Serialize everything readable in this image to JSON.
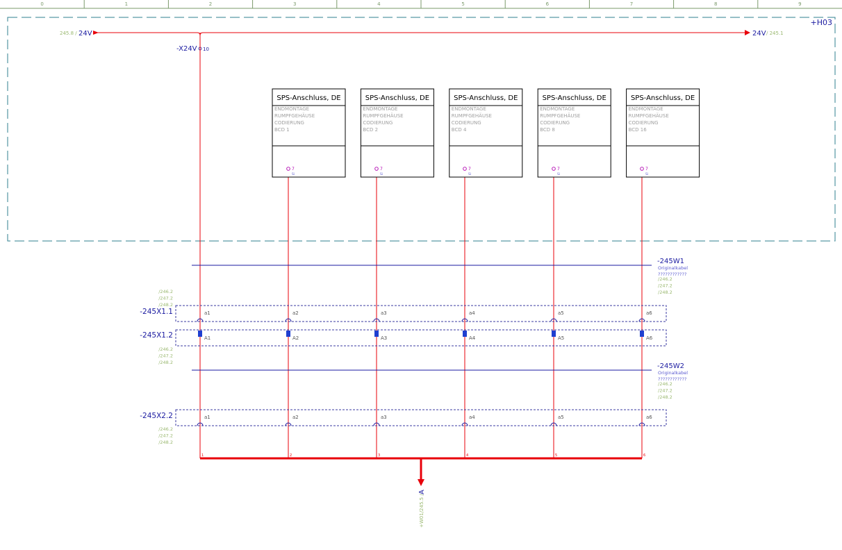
{
  "ruler": {
    "columns": [
      "0",
      "1",
      "2",
      "3",
      "4",
      "5",
      "6",
      "7",
      "8",
      "9"
    ]
  },
  "location_label": "+H03",
  "supply": {
    "left_ref": "245.8 /",
    "left_label": "24V",
    "right_label": "24V",
    "right_ref": "/ 245.1",
    "terminal_name": "-X24V",
    "terminal_num": "10"
  },
  "modules": [
    {
      "title": "SPS-Anschluss, DE",
      "lines": [
        "ENDMONTAGE",
        "RUMPFGEHÄUSE",
        "CODIERUNG",
        "BCD 1"
      ],
      "pin": "7",
      "pin_sub": "Si"
    },
    {
      "title": "SPS-Anschluss, DE",
      "lines": [
        "ENDMONTAGE",
        "RUMPFGEHÄUSE",
        "CODIERUNG",
        "BCD 2"
      ],
      "pin": "7",
      "pin_sub": "Si"
    },
    {
      "title": "SPS-Anschluss, DE",
      "lines": [
        "ENDMONTAGE",
        "RUMPFGEHÄUSE",
        "CODIERUNG",
        "BCD 4"
      ],
      "pin": "7",
      "pin_sub": "Si"
    },
    {
      "title": "SPS-Anschluss, DE",
      "lines": [
        "ENDMONTAGE",
        "RUMPFGEHÄUSE",
        "CODIERUNG",
        "BCD 8"
      ],
      "pin": "7",
      "pin_sub": "Si"
    },
    {
      "title": "SPS-Anschluss, DE",
      "lines": [
        "ENDMONTAGE",
        "RUMPFGEHÄUSE",
        "CODIERUNG",
        "BCD 16"
      ],
      "pin": "7",
      "pin_sub": "Si"
    }
  ],
  "cables": [
    {
      "name": "-245W1",
      "type": "Originalkabel",
      "code": "????????????",
      "refs": [
        "/246.2",
        "/247.2",
        "/248.2"
      ]
    },
    {
      "name": "-245W2",
      "type": "Originalkabel",
      "code": "????????????",
      "refs": [
        "/246.2",
        "/247.2",
        "/248.2"
      ]
    }
  ],
  "connectors": [
    {
      "name": "-245X1.1",
      "pins": [
        "a1",
        "a2",
        "a3",
        "a4",
        "a5",
        "a6"
      ],
      "refs": [
        "/246.2",
        "/247.2",
        "/248.2"
      ]
    },
    {
      "name": "-245X1.2",
      "pins": [
        "A1",
        "A2",
        "A3",
        "A4",
        "A5",
        "A6"
      ],
      "refs": [
        "/246.2",
        "/247.2",
        "/248.2"
      ]
    },
    {
      "name": "-245X2.2",
      "pins": [
        "a1",
        "a2",
        "a3",
        "a4",
        "a5",
        "a6"
      ],
      "refs": [
        "/246.2",
        "/247.2",
        "/248.2"
      ]
    }
  ],
  "bus": {
    "wire_nums": [
      "1",
      "2",
      "3",
      "4",
      "5",
      "6"
    ],
    "arrow_label": "A",
    "arrow_ref": "+W01/245.5 /"
  },
  "colors": {
    "ruler": "#7a9a6a",
    "frame": "#2f7f8f",
    "wire": "#e8000a",
    "blue": "#1a1aa0",
    "connector_frame": "#3a3aa0",
    "ref_green": "#9ab870",
    "cable_blue": "#5a5ad0",
    "pin_magenta": "#b000b0",
    "module_grey": "#a0a0a0"
  }
}
